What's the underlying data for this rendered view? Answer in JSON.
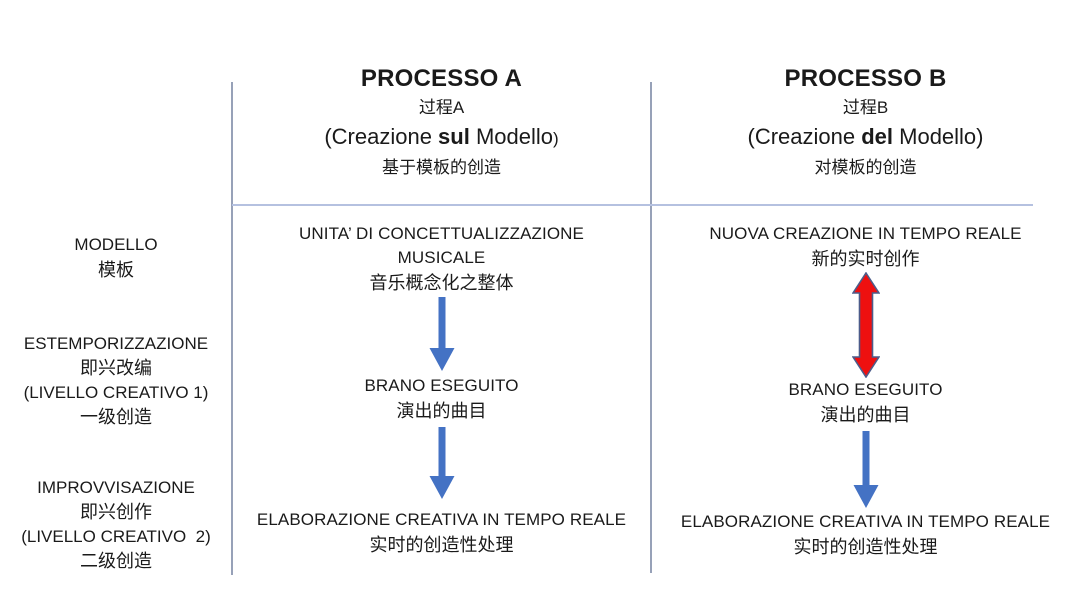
{
  "colors": {
    "background": "#ffffff",
    "text": "#1a1a1a",
    "arrow_blue": "#4472c4",
    "arrow_red": "#ee1010",
    "arrow_red_outline": "#4c5c8a",
    "divider_vertical": "#97a1b8",
    "divider_horizontal": "#b5c1e0"
  },
  "left_labels": {
    "modello": {
      "it": "MODELLO",
      "zh": "模板"
    },
    "estemporizzazione": {
      "it": "ESTEMPORIZZAZIONE",
      "zh": "即兴改编",
      "level_it": "(LIVELLO CREATIVO 1)",
      "level_zh": "一级创造"
    },
    "improvvisazione": {
      "it": "IMPROVVISAZIONE",
      "zh": "即兴创作",
      "level_it": "(LIVELLO CREATIVO  2)",
      "level_zh": "二级创造"
    }
  },
  "process_a": {
    "title": "PROCESSO A",
    "title_zh": "过程A",
    "subtitle_open": "(Creazione ",
    "subtitle_bold": "sul",
    "subtitle_rest": " Modello",
    "subtitle_close": ")",
    "subtitle_zh": "基于模板的创造",
    "step1_it_line1": "UNITA’ DI CONCETTUALIZZAZIONE",
    "step1_it_line2": "MUSICALE",
    "step1_zh": "音乐概念化之整体",
    "step2_it": "BRANO ESEGUITO",
    "step2_zh": "演出的曲目",
    "step3_it": "ELABORAZIONE CREATIVA IN TEMPO REALE",
    "step3_zh": "实时的创造性处理"
  },
  "process_b": {
    "title": "PROCESSO B",
    "title_zh": "过程B",
    "subtitle_open": "(Creazione ",
    "subtitle_bold": "del",
    "subtitle_rest": " Modello)",
    "subtitle_close": "",
    "subtitle_zh": "对模板的创造",
    "step1_it": "NUOVA CREAZIONE IN TEMPO REALE",
    "step1_zh": "新的实时创作",
    "step2_it": "BRANO ESEGUITO",
    "step2_zh": "演出的曲目",
    "step3_it": "ELABORAZIONE CREATIVA IN TEMPO REALE",
    "step3_zh": "实时的创造性处理"
  }
}
